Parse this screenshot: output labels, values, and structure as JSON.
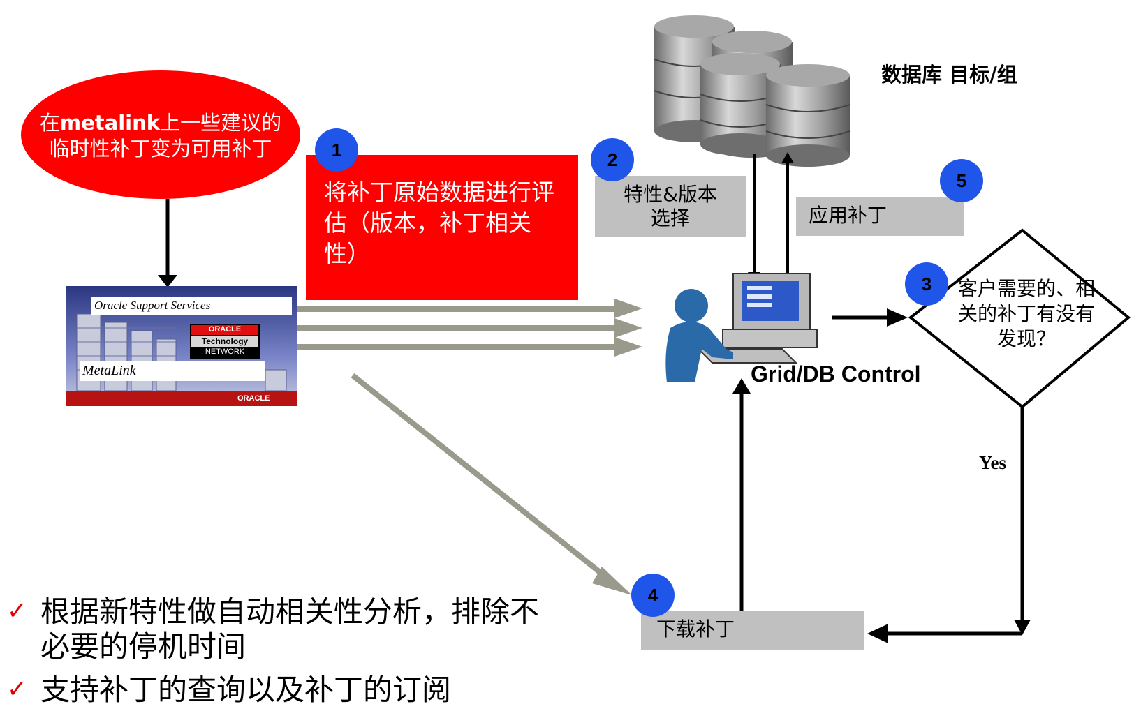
{
  "ellipse": {
    "text_prefix": "在",
    "text_bold": "metalink",
    "text_rest": "上一些建议的临时性补丁变为可用补丁"
  },
  "metalink_banner": {
    "title": "Oracle Support Services",
    "logo_oracle": "ORACLE",
    "logo_tech": "Technology",
    "logo_network": "NETWORK",
    "metalink": "MetaLink",
    "footer": "ORACLE"
  },
  "step1": {
    "badge": "1",
    "text": "将补丁原始数据进行评估（版本，补丁相关性）"
  },
  "step2": {
    "badge": "2",
    "text_line1": "特性&版本",
    "text_line2": "选择"
  },
  "step3": {
    "badge": "3",
    "text": "客户需要的、相关的补丁有没有发现？"
  },
  "step4": {
    "badge": "4",
    "text": "下载补丁"
  },
  "step5": {
    "badge": "5",
    "text": "应用补丁"
  },
  "databases": {
    "label": "数据库 目标/组"
  },
  "control": {
    "label": "Grid/DB Control"
  },
  "yes_label": "Yes",
  "bullets": [
    {
      "line1": "根据新特性做自动相关性分析，排除不",
      "line2": "必要的停机时间"
    },
    {
      "line1": "支持补丁的查询以及补丁的订阅"
    }
  ],
  "colors": {
    "red": "#ff0000",
    "badge_blue": "#1f55e8",
    "gray_box": "#c0c0c0",
    "gray_arrow": "#9a9a8c",
    "check": "#e00000"
  }
}
